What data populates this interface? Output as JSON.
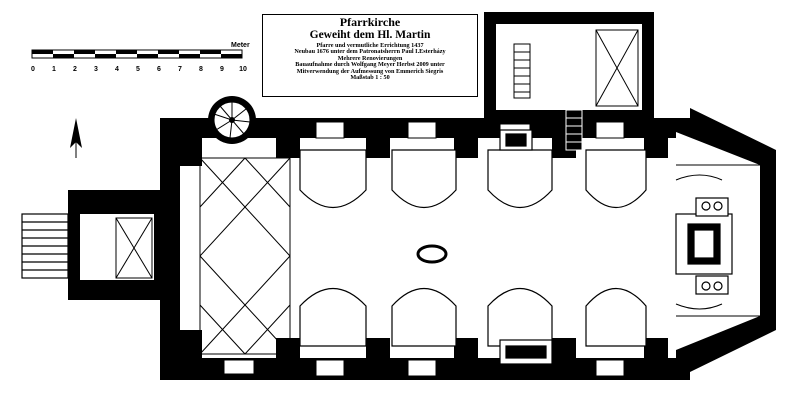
{
  "title": {
    "line1": "Pfarrkirche",
    "line2": "Geweiht dem  Hl. Martin",
    "details": [
      "Pfarre und vermutliche Errichtung 1437",
      "Neubau 1676 unter dem Patronatsherrn Paul I.Esterházy",
      "Mehrere  Renovierungen",
      "Bauaufnahme durch Wolfgang Meyer Herbst 2009 unter",
      "Mitverwendung der Aufmessung von Emmerich Siegris",
      "Maßstab 1 : 50"
    ]
  },
  "scale": {
    "unit": "Meter",
    "ticks": [
      "0",
      "1",
      "2",
      "3",
      "4",
      "5",
      "6",
      "7",
      "8",
      "9",
      "10"
    ]
  },
  "icons": [
    "north-arrow-icon",
    "spiral-stair-icon",
    "pulpit-icon"
  ],
  "colors": {
    "wall": "#000000",
    "paper": "#ffffff"
  }
}
